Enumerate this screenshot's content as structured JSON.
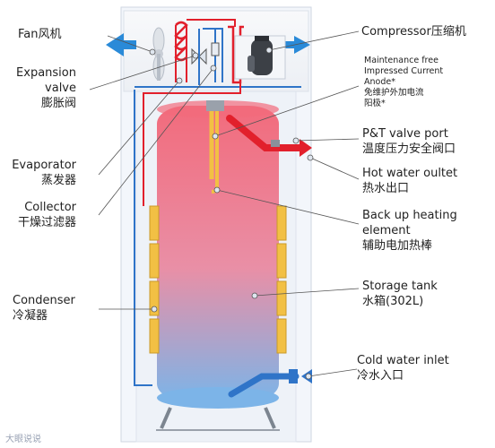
{
  "labels": {
    "fan": "Fan风机",
    "expansion_valve_1": "Expansion",
    "expansion_valve_2": "valve",
    "expansion_valve_3": "膨胀阀",
    "evaporator_1": "Evaporator",
    "evaporator_2": "蒸发器",
    "collector_1": "Collector",
    "collector_2": "干燥过滤器",
    "condenser_1": "Condenser",
    "condenser_2": "冷凝器",
    "compressor": "Compressor压缩机",
    "anode_1": "Maintenance free",
    "anode_2": "Impressed Current",
    "anode_3": "Anode*",
    "anode_4": "免维护外加电流",
    "anode_5": "阳极*",
    "pt_valve_1": "P&T valve port",
    "pt_valve_2": "温度压力安全阀口",
    "hot_water_1": "Hot water oultet",
    "hot_water_2": "热水出口",
    "backup_1": "Back up heating",
    "backup_2": "element",
    "backup_3": "辅助电加热棒",
    "storage_1": "Storage tank",
    "storage_2": "水箱(302L)",
    "cold_water_1": "Cold water inlet",
    "cold_water_2": "冷水入口"
  },
  "watermark": "大眼说说",
  "colors": {
    "tank_top": "#f06f80",
    "tank_bottom": "#7fb6e6",
    "hot_pipe": "#e2202c",
    "cold_pipe": "#2f74c8",
    "airflow_arrow": "#2a8ad8",
    "coil": "#f2c044"
  }
}
